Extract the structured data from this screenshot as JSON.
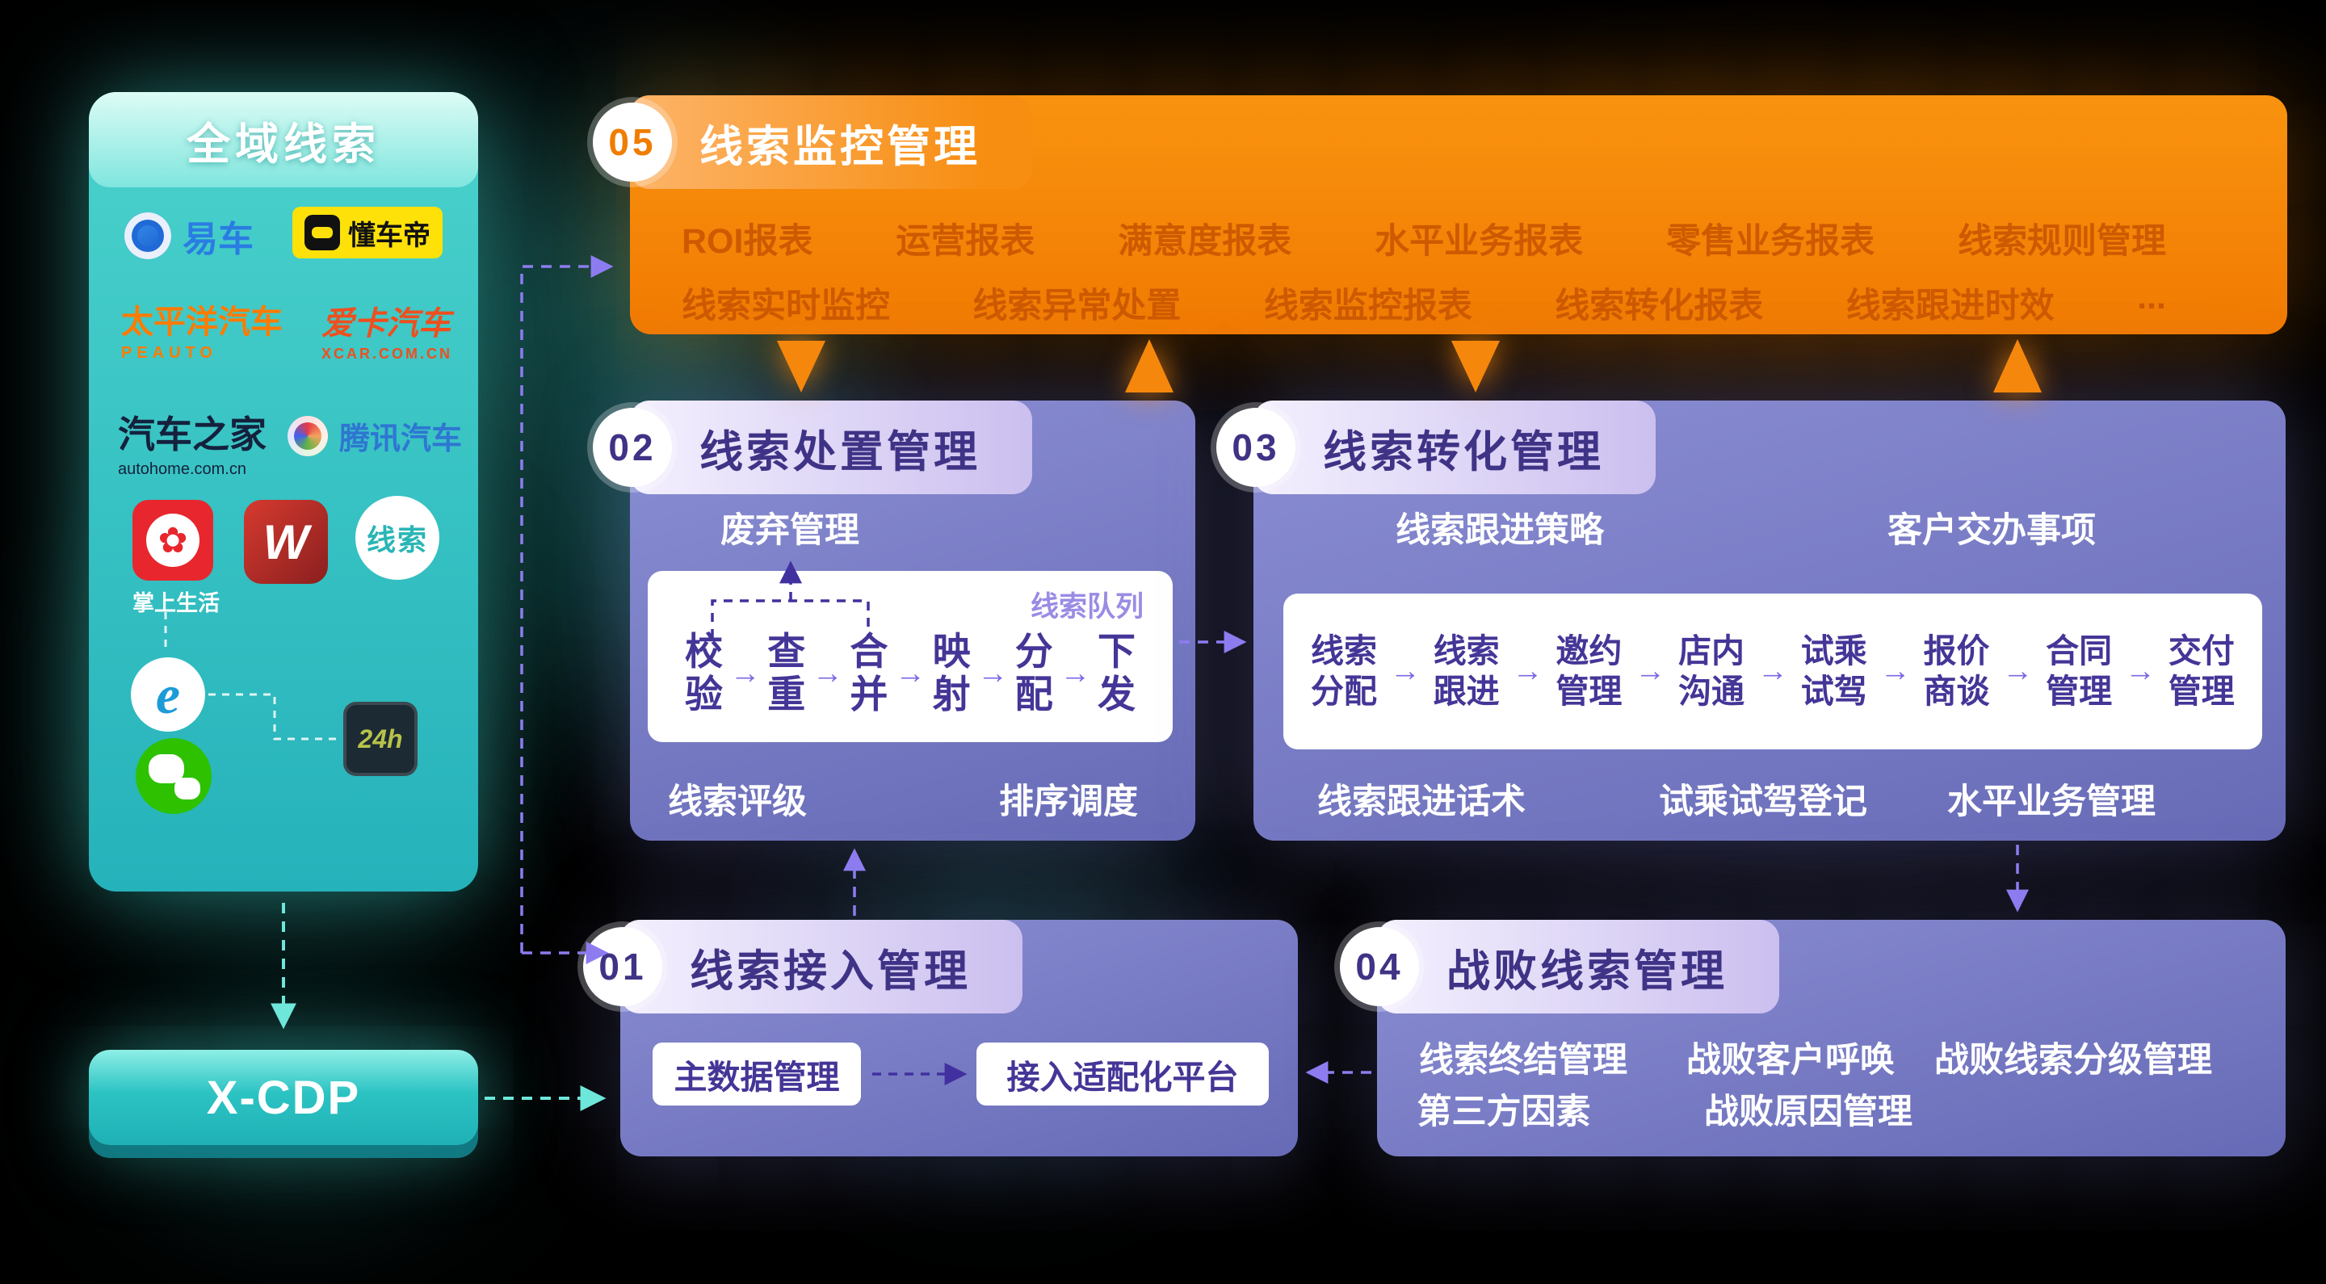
{
  "colors": {
    "teal": "#2cc3c3",
    "orange": "#f6870d",
    "purple": "#7d80c8",
    "indigo": "#443697"
  },
  "panel": {
    "title": "全域线索",
    "xcdp": "X-CDP",
    "logos": {
      "yiche": "易车",
      "dongchedi": "懂车帝",
      "pcauto": "太平洋汽车",
      "pcauto_sub": "PEAUTO",
      "xcar": "爱卡汽车",
      "xcar_sub": "XCAR.COM.CN",
      "autohome": "汽车之家",
      "autohome_sub": "autohome.com.cn",
      "tencent": "腾讯汽车",
      "zhangshang": "掌上生活",
      "w": "W",
      "clue": "线索",
      "ie": "e",
      "h24": "24h"
    }
  },
  "monitor": {
    "badge": "05",
    "title": "线索监控管理",
    "row1": [
      "ROI报表",
      "运营报表",
      "满意度报表",
      "水平业务报表",
      "零售业务报表",
      "线索规则管理"
    ],
    "row2": [
      "线索实时监控",
      "线索异常处置",
      "线索监控报表",
      "线索转化报表",
      "线索跟进时效",
      "..."
    ]
  },
  "dispose": {
    "badge": "02",
    "title": "线索处置管理",
    "discard": "废弃管理",
    "queue_label": "线索队列",
    "flow": [
      "校验",
      "查重",
      "合并",
      "映射",
      "分配",
      "下发"
    ],
    "left_label": "线索评级",
    "right_label": "排序调度"
  },
  "convert": {
    "badge": "03",
    "title": "线索转化管理",
    "strategy": "线索跟进策略",
    "tasks": "客户交办事项",
    "flow": [
      "线索分配",
      "线索跟进",
      "邀约管理",
      "店内沟通",
      "试乘试驾",
      "报价商谈",
      "合同管理",
      "交付管理"
    ],
    "bottom": [
      "线索跟进话术",
      "试乘试驾登记",
      "水平业务管理"
    ]
  },
  "access": {
    "badge": "01",
    "title": "线索接入管理",
    "master": "主数据管理",
    "adapter": "接入适配化平台"
  },
  "defeat": {
    "badge": "04",
    "title": "战败线索管理",
    "row1": [
      "线索终结管理",
      "战败客户呼唤",
      "战败线索分级管理"
    ],
    "row2": [
      "第三方因素",
      "战败原因管理"
    ]
  }
}
